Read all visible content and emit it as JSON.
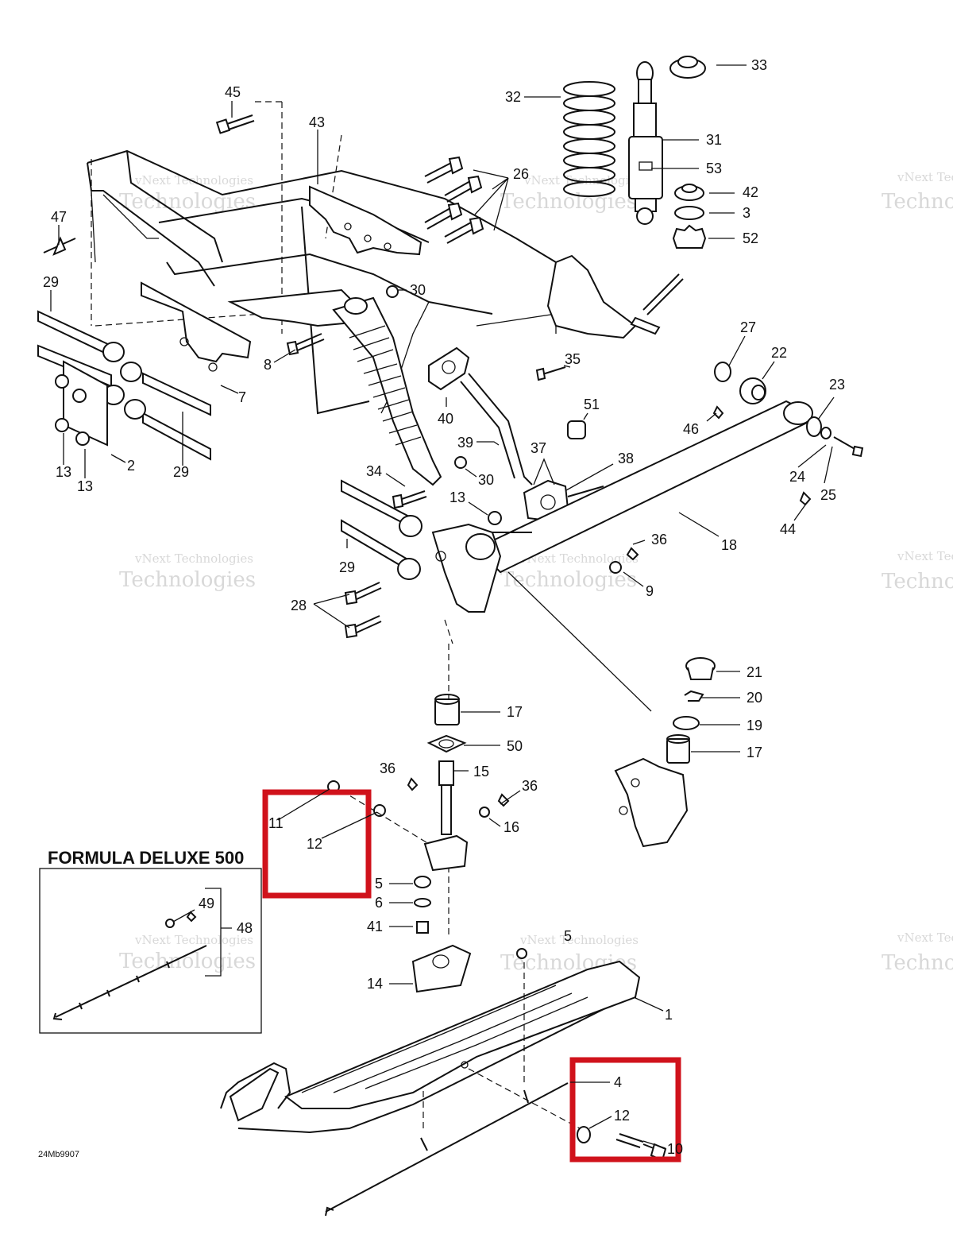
{
  "diagram": {
    "inset_title": "FORMULA DELUXE 500",
    "diagram_id": "24Mb9907",
    "watermark": {
      "line1": "vNext Technologies",
      "line2": "Technologies"
    },
    "callouts": {
      "c45": "45",
      "c43": "43",
      "c47": "47",
      "c29a": "29",
      "c29b": "29",
      "c29c": "29",
      "c13a": "13",
      "c13b": "13",
      "c13c": "13",
      "c2": "2",
      "c7": "7",
      "c8": "8",
      "c30a": "30",
      "c30b": "30",
      "c32": "32",
      "c33": "33",
      "c31": "31",
      "c53": "53",
      "c26": "26",
      "c42": "42",
      "c3": "3",
      "c52": "52",
      "c27": "27",
      "c22": "22",
      "c23": "23",
      "c35": "35",
      "c40": "40",
      "c51": "51",
      "c46": "46",
      "c39": "39",
      "c37": "37",
      "c38": "38",
      "c24": "24",
      "c25": "25",
      "c44": "44",
      "c34": "34",
      "c36a": "36",
      "c36b": "36",
      "c36c": "36",
      "c18": "18",
      "c9": "9",
      "c28": "28",
      "c21": "21",
      "c20": "20",
      "c19": "19",
      "c17a": "17",
      "c17b": "17",
      "c50": "50",
      "c15": "15",
      "c16": "16",
      "c11": "11",
      "c12a": "12",
      "c12b": "12",
      "c5a": "5",
      "c5b": "5",
      "c6": "6",
      "c41": "41",
      "c14": "14",
      "c1": "1",
      "c4": "4",
      "c10": "10",
      "c49": "49",
      "c48": "48"
    },
    "highlight_color": "#d0121b"
  }
}
